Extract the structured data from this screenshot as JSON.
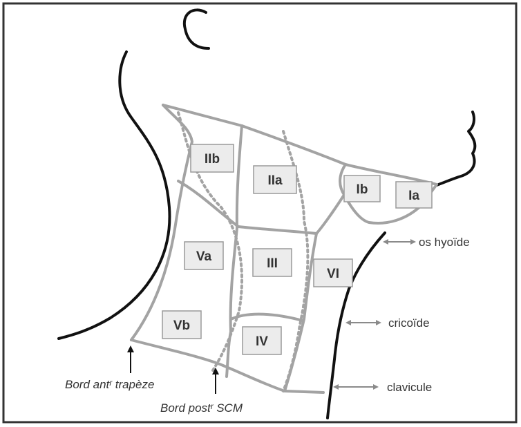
{
  "zones": {
    "IIb": "IIb",
    "IIa": "IIa",
    "Ib": "Ib",
    "Ia": "Ia",
    "Va": "Va",
    "III": "III",
    "VI": "VI",
    "Vb": "Vb",
    "IV": "IV"
  },
  "landmarks": {
    "hyoid": "os hyoïde",
    "cricoid": "cricoïde",
    "clavicle": "clavicule",
    "trapezius_border": "Bord antʳ trapèze",
    "scm_border": "Bord postʳ SCM"
  },
  "colors": {
    "region_line": "#a3a3a3",
    "outline": "#111111",
    "frame": "#333333"
  }
}
